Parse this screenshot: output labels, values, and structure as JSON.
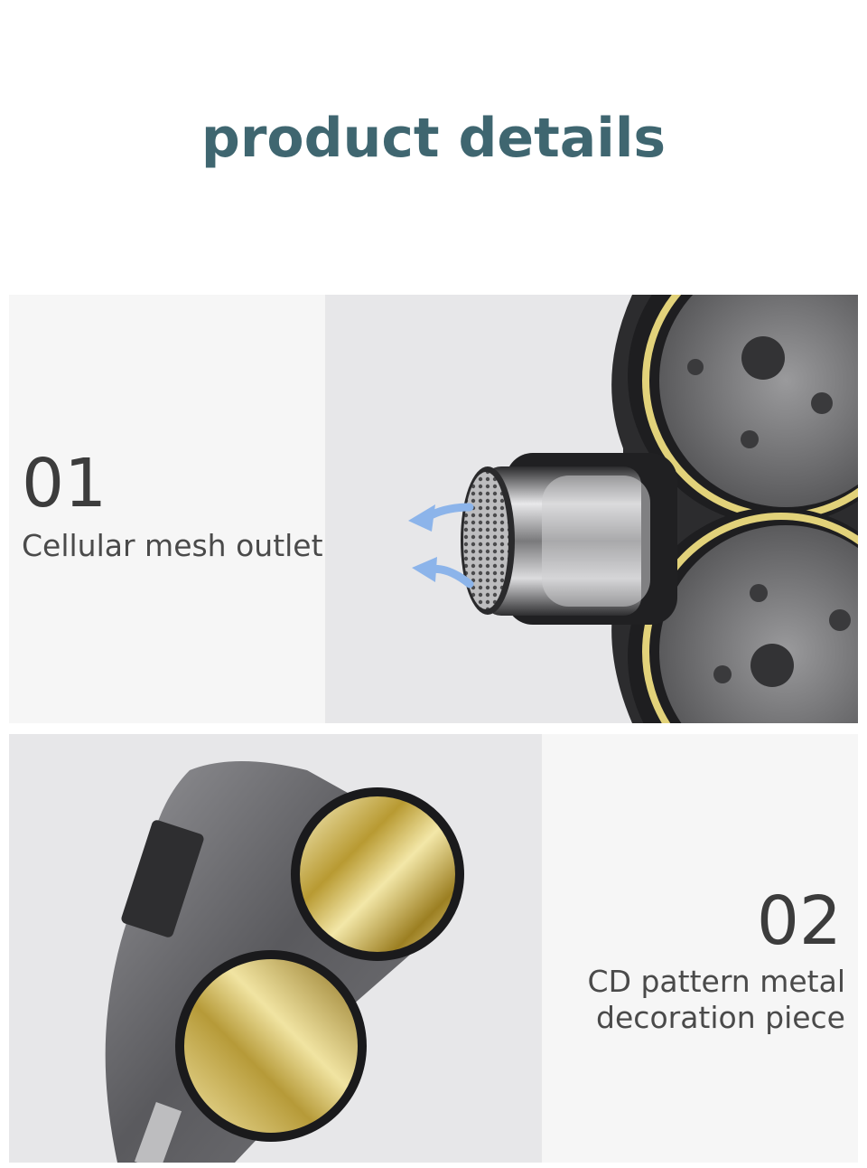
{
  "header": {
    "title": "product details",
    "title_color": "#3f6670"
  },
  "features": [
    {
      "number": "01",
      "caption_lines": [
        "Cellular mesh outlet"
      ]
    },
    {
      "number": "02",
      "caption_lines": [
        "CD pattern metal",
        "decoration piece"
      ]
    }
  ],
  "colors": {
    "gold": "#c9b04a",
    "panel_bg": "#f6f6f6",
    "photo_bg": "#e7e7e9",
    "arrow": "#8cb4ea"
  }
}
